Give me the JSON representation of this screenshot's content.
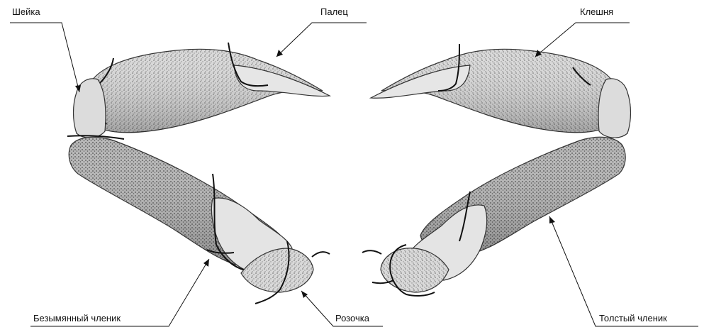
{
  "labels": {
    "neck": "Шейка",
    "finger": "Палец",
    "claw": "Клешня",
    "nameless_segment": "Безымянный членик",
    "rosette": "Розочка",
    "thick_segment": "Толстый членик"
  },
  "colors": {
    "ink": "#111111",
    "shell_light": "#e2e2e2",
    "shell_mid": "#bdbdbd",
    "shell_dark": "#7a7a7a"
  }
}
